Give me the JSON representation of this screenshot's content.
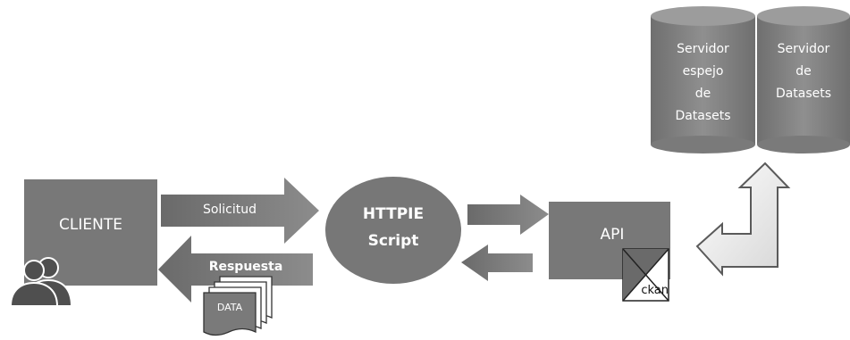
{
  "nodes": {
    "cliente": "CLIENTE",
    "httpie_line1": "HTTPIE",
    "httpie_line2": "Script",
    "api": "API",
    "ckan": "ckan",
    "data_doc": "DATA",
    "mirror_server": [
      "Servidor",
      "espejo",
      "de",
      "Datasets"
    ],
    "dataset_server": [
      "Servidor",
      "de",
      "Datasets"
    ]
  },
  "arrows": {
    "request": "Solicitud",
    "response": "Respuesta"
  },
  "icons": [
    "users-icon",
    "ckan-logo",
    "document-stack-icon",
    "database-icon",
    "up-right-turn-arrow-icon"
  ]
}
